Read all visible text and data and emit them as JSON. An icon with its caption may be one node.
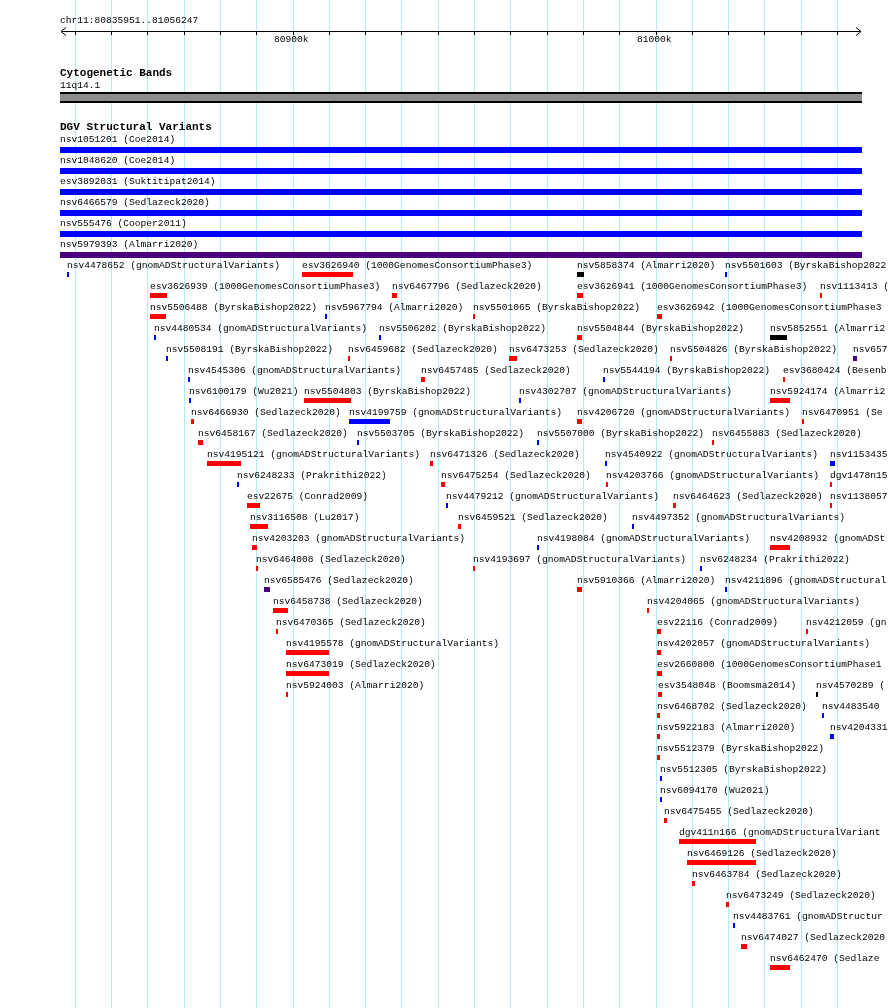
{
  "diagram": {
    "labels": [
      "chr11:80835951..81056247",
      "80900k",
      "81000k",
      "Cytogenetic Bands",
      "11q14.1",
      "DGV Structural Variants",
      "nsv1051201 (Coe2014)",
      "nsv1048620 (Coe2014)",
      "esv3892031 (Suktitipat2014)",
      "nsv6466579 (Sedlazeck2020)",
      "nsv555476 (Cooper2011)",
      "nsv5979393 (Almarri2020)",
      "nsv4478652 (gnomADStructuralVariants)",
      "esv3626940 (1000GenomesConsortiumPhase3)",
      "nsv5858374 (Almarri2020)",
      "nsv5501603 (ByrskaBishop2022",
      "esv3626939 (1000GenomesConsortiumPhase3)",
      "nsv6467796 (Sedlazeck2020)",
      "esv3626941 (1000GenomesConsortiumPhase3)",
      "nsv1113413 (",
      "nsv5506488 (ByrskaBishop2022)",
      "nsv5967794 (Almarri2020)",
      "nsv5501065 (ByrskaBishop2022)",
      "esv3626942 (1000GenomesConsortiumPhase3",
      "nsv4480534 (gnomADStructuralVariants)",
      "nsv5506202 (ByrskaBishop2022)",
      "nsv5504844 (ByrskaBishop2022)",
      "nsv5852551 (Almarri2",
      "nsv5508191 (ByrskaBishop2022)",
      "nsv6459682 (Sedlazeck2020)",
      "nsv6473253 (Sedlazeck2020)",
      "nsv5504826 (ByrskaBishop2022)",
      "nsv657",
      "nsv4545306 (gnomADStructuralVariants)",
      "nsv6457485 (Sedlazeck2020)",
      "nsv5544194 (ByrskaBishop2022)",
      "esv3680424 (Besenb",
      "nsv6100179 (Wu2021)",
      "nsv5504803 (ByrskaBishop2022)",
      "nsv4302707 (gnomADStructuralVariants)",
      "nsv5924174 (Almarri2",
      "nsv6466930 (Sedlazeck2020)",
      "nsv4199759 (gnomADStructuralVariants)",
      "nsv4206720 (gnomADStructuralVariants)",
      "nsv6470951 (Se",
      "nsv6458167 (Sedlazeck2020)",
      "nsv5503705 (ByrskaBishop2022)",
      "nsv5507000 (ByrskaBishop2022)",
      "nsv6455883 (Sedlazeck2020)",
      "nsv4195121 (gnomADStructuralVariants)",
      "nsv6471326 (Sedlazeck2020)",
      "nsv4540922 (gnomADStructuralVariants)",
      "nsv1153435",
      "nsv6248233 (Prakrithi2022)",
      "nsv6475254 (Sedlazeck2020)",
      "nsv4203766 (gnomADStructuralVariants)",
      "dgv1478n15",
      "esv22675 (Conrad2009)",
      "nsv4479212 (gnomADStructuralVariants)",
      "nsv6464623 (Sedlazeck2020)",
      "nsv1138057",
      "nsv3116508 (Lu2017)",
      "nsv6459521 (Sedlazeck2020)",
      "nsv4497352 (gnomADStructuralVariants)",
      "nsv4203203 (gnomADStructuralVariants)",
      "nsv4198084 (gnomADStructuralVariants)",
      "nsv4208932 (gnomADSt",
      "nsv6464008 (Sedlazeck2020)",
      "nsv4193697 (gnomADStructuralVariants)",
      "nsv6248234 (Prakrithi2022)",
      "nsv6585476 (Sedlazeck2020)",
      "nsv5910366 (Almarri2020)",
      "nsv4211896 (gnomADStructural",
      "nsv6458738 (Sedlazeck2020)",
      "nsv4204065 (gnomADStructuralVariants)",
      "nsv6470365 (Sedlazeck2020)",
      "esv22116 (Conrad2009)",
      "nsv4212059 (gn",
      "nsv4195578 (gnomADStructuralVariants)",
      "nsv4202057 (gnomADStructuralVariants)",
      "nsv6473019 (Sedlazeck2020)",
      "esv2660800 (1000GenomesConsortiumPhase1",
      "nsv5924003 (Almarri2020)",
      "esv3548048 (Boomsma2014)",
      "nsv4570289 (",
      "nsv6468702 (Sedlazeck2020)",
      "nsv4483540",
      "nsv5922183 (Almarri2020)",
      "nsv4204331",
      "nsv5512379 (ByrskaBishop2022)",
      "nsv5512305 (ByrskaBishop2022)",
      "nsv6094170 (Wu2021)",
      "nsv6475455 (Sedlazeck2020)",
      "dgv411n166 (gnomADStructuralVariant",
      "nsv6469126 (Sedlazeck2020)",
      "nsv6463784 (Sedlazeck2020)",
      "nsv6473249 (Sedlazeck2020)",
      "nsv4483761 (gnomADStructur",
      "nsv6474027 (Sedlazeck2020",
      "nsv6462470 (Sedlaze"
    ]
  }
}
